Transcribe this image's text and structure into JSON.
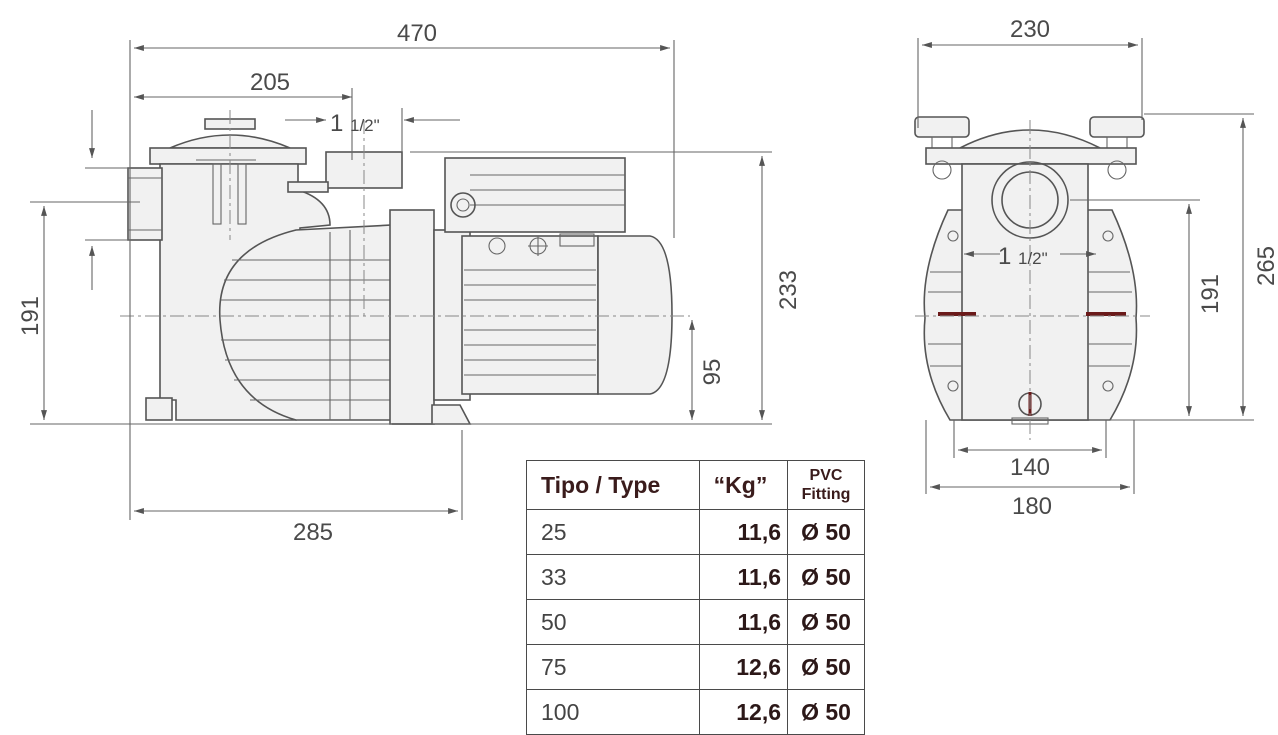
{
  "side_view": {
    "overall_length": "470",
    "strainer_length": "205",
    "outlet_thread_a": "1",
    "outlet_thread_b": "1/2\"",
    "inlet_height": "191",
    "overall_height": "233",
    "axis_height": "95",
    "base_length": "285"
  },
  "front_view": {
    "overall_width": "230",
    "overall_height": "265",
    "inlet_height": "191",
    "inlet_thread_a": "1",
    "inlet_thread_b": "1/2\"",
    "base_inner_width": "140",
    "base_outer_width": "180"
  },
  "table": {
    "header_type": "Tipo / Type",
    "header_kg": "“Kg”",
    "header_pvc_line1": "PVC",
    "header_pvc_line2": "Fitting",
    "rows": [
      {
        "type": "25",
        "kg": "11,6",
        "fitting": "Ø 50"
      },
      {
        "type": "33",
        "kg": "11,6",
        "fitting": "Ø 50"
      },
      {
        "type": "50",
        "kg": "11,6",
        "fitting": "Ø 50"
      },
      {
        "type": "75",
        "kg": "12,6",
        "fitting": "Ø 50"
      },
      {
        "type": "100",
        "kg": "12,6",
        "fitting": "Ø 50"
      }
    ]
  }
}
